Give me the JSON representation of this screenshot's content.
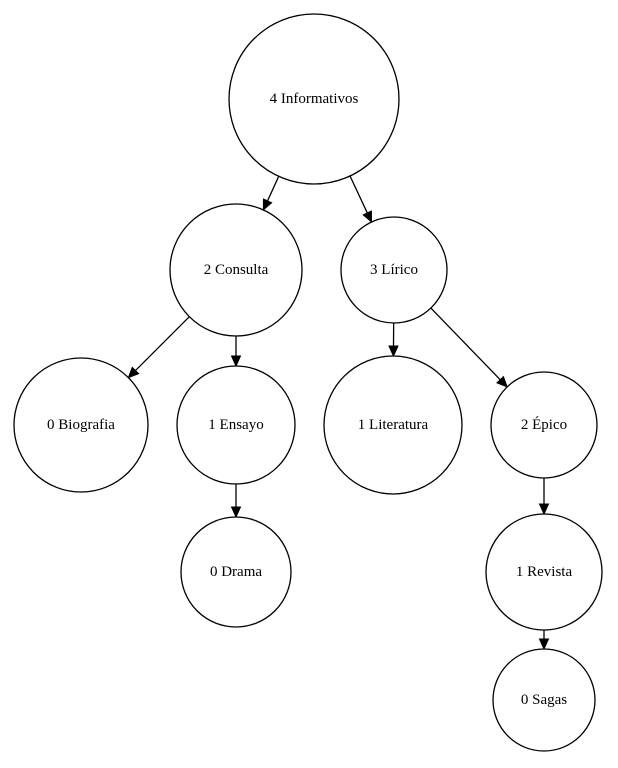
{
  "nodes": [
    {
      "id": "informativos",
      "label": "4 Informativos"
    },
    {
      "id": "consulta",
      "label": "2 Consulta"
    },
    {
      "id": "lirico",
      "label": "3 Lírico"
    },
    {
      "id": "biografia",
      "label": "0 Biografia"
    },
    {
      "id": "ensayo",
      "label": "1 Ensayo"
    },
    {
      "id": "literatura",
      "label": "1 Literatura"
    },
    {
      "id": "epico",
      "label": "2 Épico"
    },
    {
      "id": "drama",
      "label": "0 Drama"
    },
    {
      "id": "revista",
      "label": "1 Revista"
    },
    {
      "id": "sagas",
      "label": "0 Sagas"
    }
  ],
  "edges": [
    {
      "from": "informativos",
      "to": "consulta"
    },
    {
      "from": "informativos",
      "to": "lirico"
    },
    {
      "from": "consulta",
      "to": "biografia"
    },
    {
      "from": "consulta",
      "to": "ensayo"
    },
    {
      "from": "lirico",
      "to": "literatura"
    },
    {
      "from": "lirico",
      "to": "epico"
    },
    {
      "from": "ensayo",
      "to": "drama"
    },
    {
      "from": "epico",
      "to": "revista"
    },
    {
      "from": "revista",
      "to": "sagas"
    }
  ],
  "colors": {
    "stroke": "#000000",
    "fill": "#ffffff",
    "background": "#ffffff"
  }
}
